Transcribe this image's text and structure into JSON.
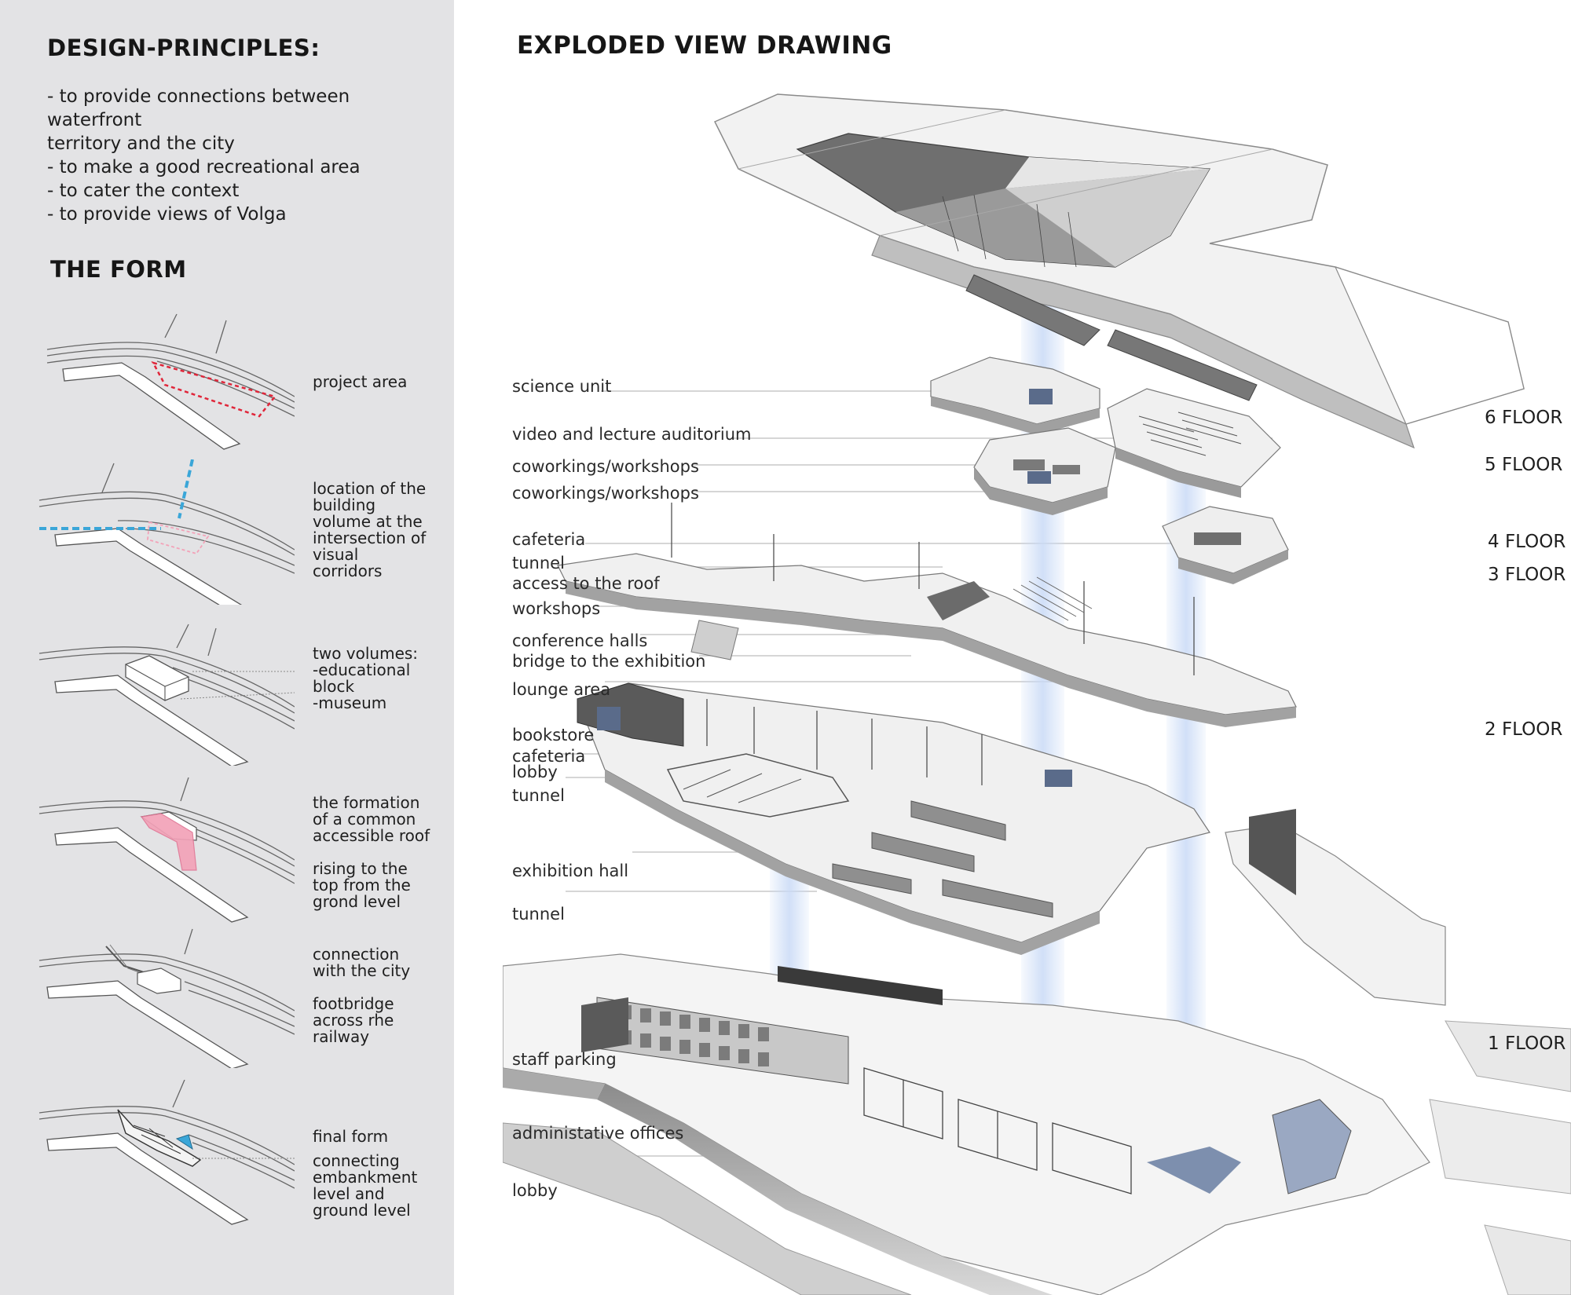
{
  "left": {
    "principles_heading": "DESIGN-PRINCIPLES:",
    "principles": [
      "- to provide connections between waterfront",
      "territory and the city",
      "- to make a good recreational area",
      "- to cater the context",
      "- to provide views of Volga"
    ],
    "form_heading": "THE FORM",
    "steps": [
      {
        "lines": [
          "project area"
        ]
      },
      {
        "lines": [
          "location of the",
          "building",
          "volume at the",
          "intersection of",
          "visual",
          "corridors"
        ]
      },
      {
        "lines": [
          "two volumes:",
          "-educational",
          "block",
          "-museum"
        ]
      },
      {
        "lines": [
          "the formation",
          "of a common",
          "accessible roof",
          "",
          "rising to the",
          "top from the",
          "grond level"
        ]
      },
      {
        "lines": [
          "connection",
          "with the city",
          "",
          "footbridge",
          "across rhe",
          "railway"
        ]
      },
      {
        "lines": [
          "final form",
          "",
          "connecting",
          "embankment",
          "level and",
          "ground level"
        ]
      }
    ]
  },
  "right": {
    "title": "EXPLODED VIEW DRAWING",
    "callouts": [
      "science unit",
      "video and lecture auditorium",
      "coworkings/workshops",
      "coworkings/workshops",
      "cafeteria",
      "tunnel",
      "access to the roof",
      "workshops",
      "conference halls",
      "bridge to the exhibition",
      "lounge area",
      "bookstore",
      "cafeteria",
      "lobby",
      "tunnel",
      "exhibition hall",
      "tunnel",
      "staff parking",
      "administative offices",
      "lobby"
    ],
    "floors": [
      "6 FLOOR",
      "5 FLOOR",
      "4 FLOOR",
      "3 FLOOR",
      "2 FLOOR",
      "1 FLOOR"
    ]
  },
  "colors": {
    "panel_bg": "#e3e3e5",
    "accent_red": "#e0263a",
    "accent_blue": "#3aa6d8",
    "accent_pink": "#f3a2b8",
    "light_beam": "#c9daf6"
  }
}
